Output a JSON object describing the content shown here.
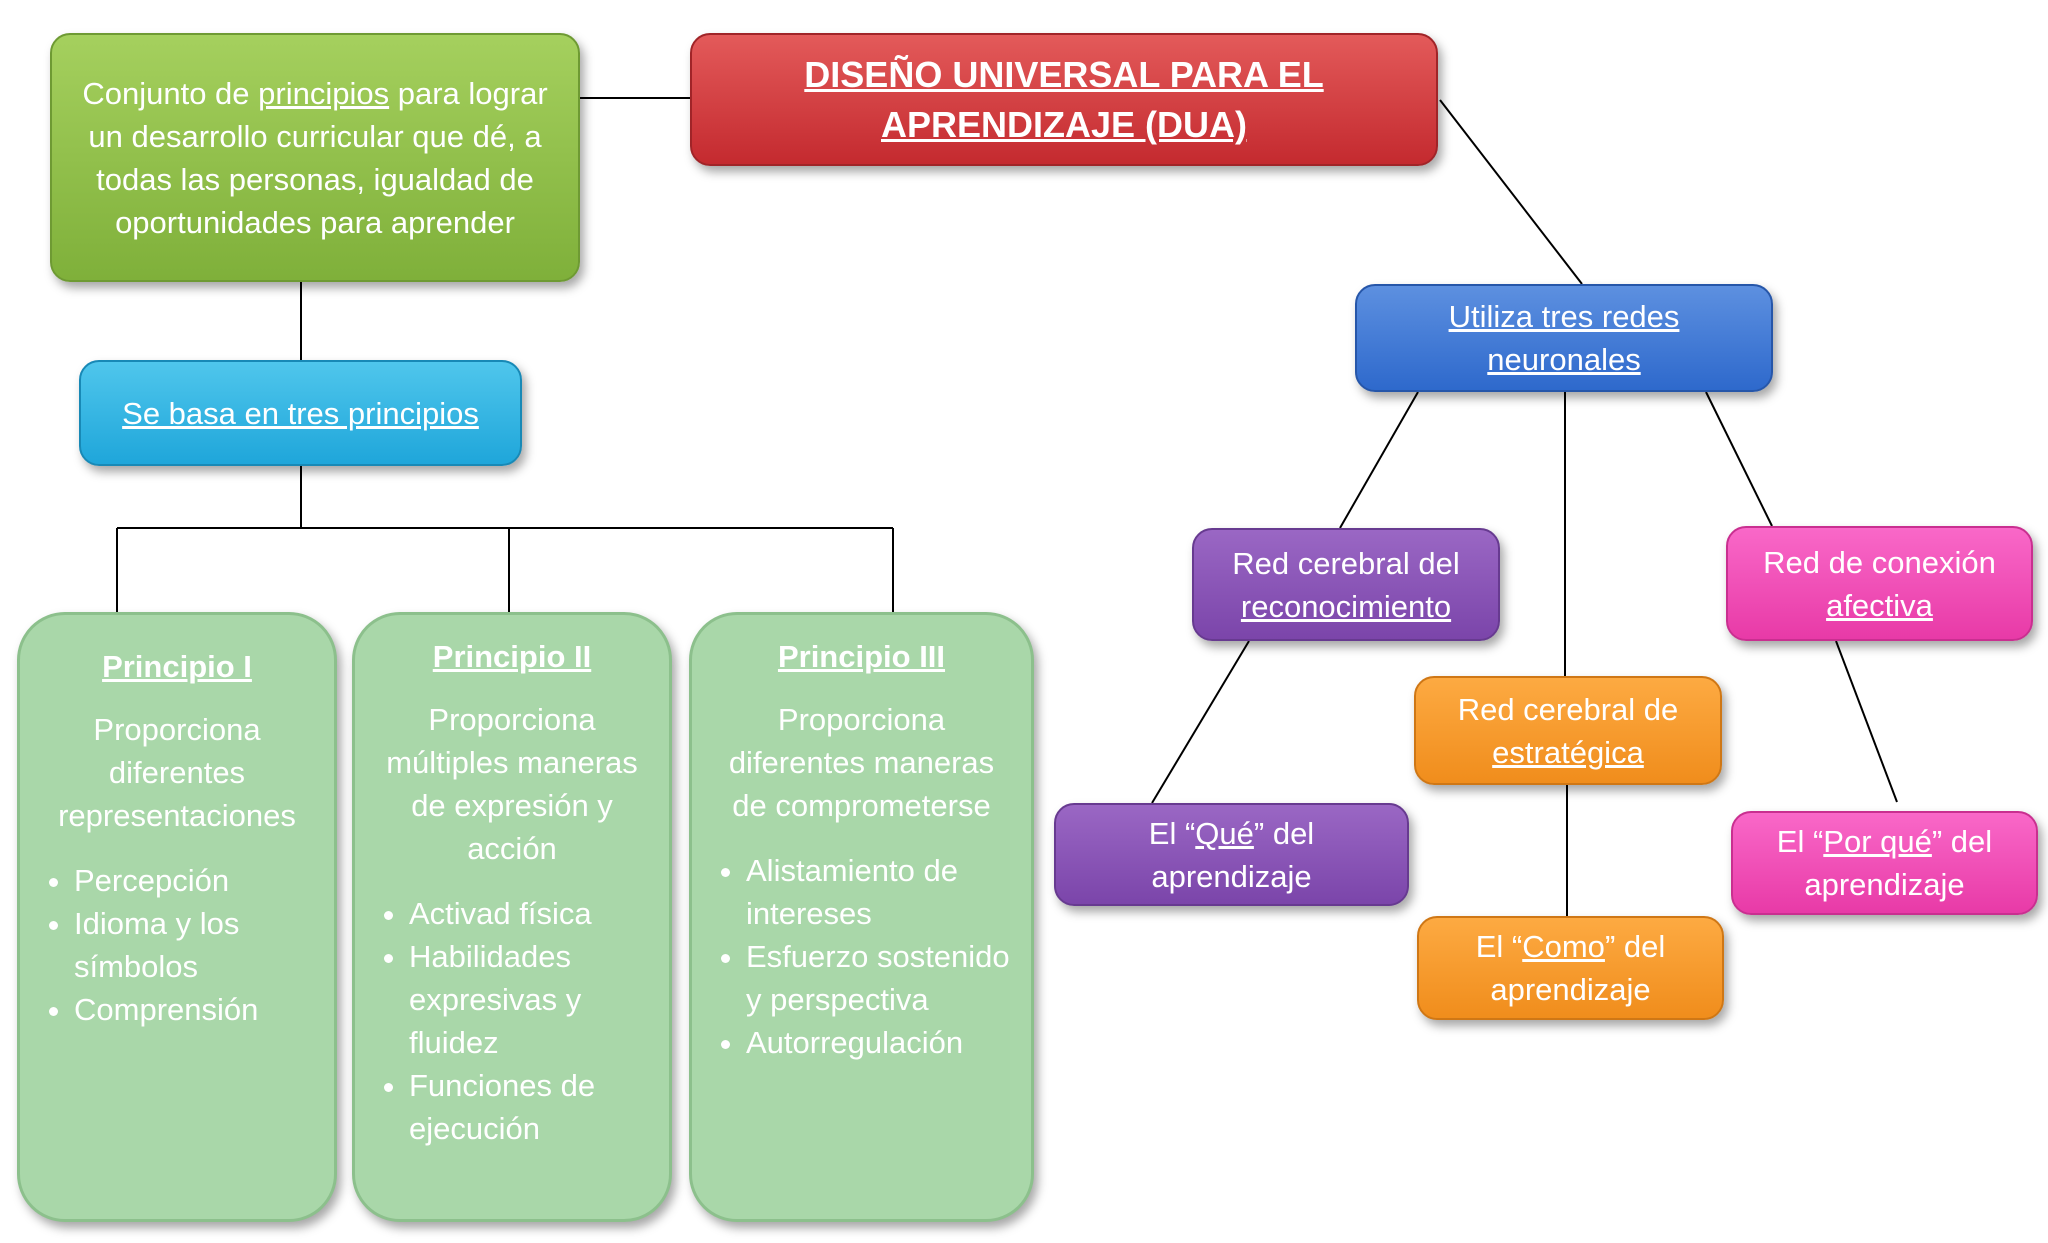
{
  "title": {
    "line1": "DISEÑO UNIVERSAL PARA EL",
    "line2": "APRENDIZAJE (DUA)"
  },
  "definition": {
    "pre": "Conjunto de ",
    "link": "principios",
    "post": " para lograr un desarrollo curricular que dé, a todas las personas, igualdad de oportunidades para aprender"
  },
  "base": {
    "label": "Se basa en tres principios"
  },
  "principles": [
    {
      "title": "Principio I",
      "desc": "Proporciona diferentes representaciones",
      "items": [
        "Percepción",
        "Idioma y los símbolos",
        "Comprensión"
      ]
    },
    {
      "title": "Principio II",
      "desc": "Proporciona múltiples maneras de expresión y acción",
      "items": [
        "Activad física",
        "Habilidades expresivas y fluidez",
        "Funciones de ejecución"
      ]
    },
    {
      "title": "Principio III",
      "desc": "Proporciona diferentes maneras de comprometerse",
      "items": [
        "Alistamiento de intereses",
        "Esfuerzo sostenido y perspectiva",
        "Autorregulación"
      ]
    }
  ],
  "networks": {
    "label_line1": "Utiliza tres redes",
    "label_line2": "neuronales",
    "recognition": {
      "line1": "Red cerebral del",
      "line2": "reconocimiento"
    },
    "strategic": {
      "line1": "Red cerebral de",
      "line2": "estratégica"
    },
    "affective": {
      "line1": "Red de conexión",
      "line2": "afectiva"
    },
    "what": {
      "pre": "El “",
      "link": "Qué",
      "post": "” del",
      "line2": "aprendizaje"
    },
    "how": {
      "pre": "El “",
      "link": "Como",
      "post": "” del",
      "line2": "aprendizaje"
    },
    "why": {
      "pre": "El “",
      "link": "Por qué",
      "post": "” del",
      "line2": "aprendizaje"
    }
  },
  "colors": {
    "title": "#d1353a",
    "definition": "#8cbf45",
    "base": "#2ab2e2",
    "networks": "#3a78d8",
    "recognition": "#8653b5",
    "strategic": "#f5992b",
    "affective": "#f04db7",
    "principle_card": "#a9d7a9"
  }
}
